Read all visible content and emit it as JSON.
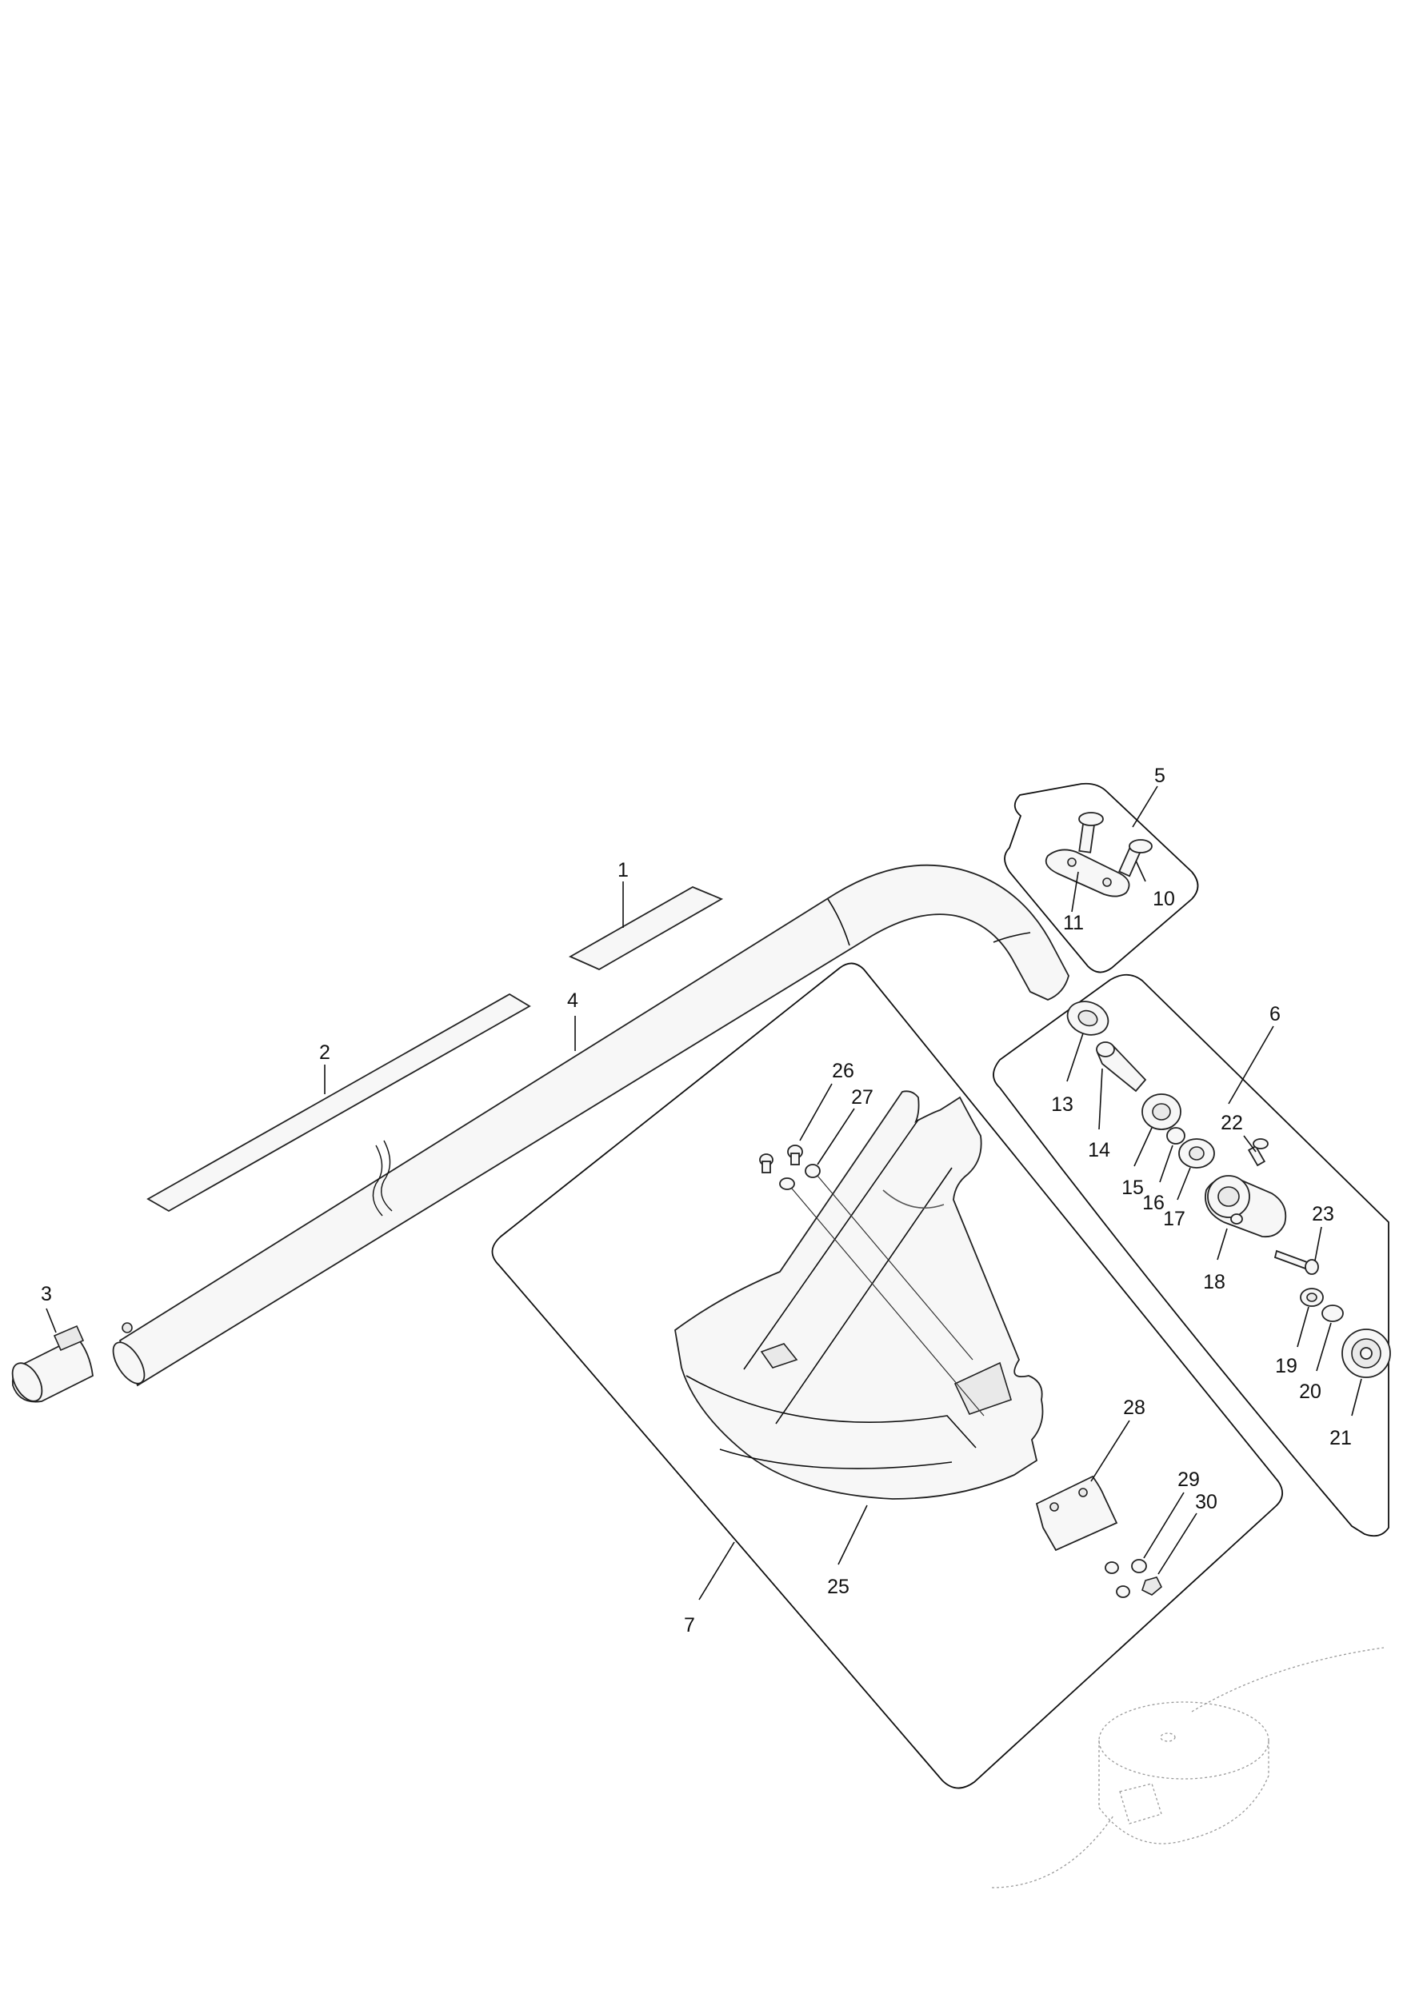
{
  "callouts": {
    "c1": "1",
    "c2": "2",
    "c3": "3",
    "c4": "4",
    "c5": "5",
    "c6": "6",
    "c7": "7",
    "c10": "10",
    "c11": "11",
    "c13": "13",
    "c14": "14",
    "c15": "15",
    "c16": "16",
    "c17": "17",
    "c18": "18",
    "c19": "19",
    "c20": "20",
    "c21": "21",
    "c22": "22",
    "c23": "23",
    "c25": "25",
    "c26": "26",
    "c27": "27",
    "c28": "28",
    "c29": "29",
    "c30": "30"
  }
}
